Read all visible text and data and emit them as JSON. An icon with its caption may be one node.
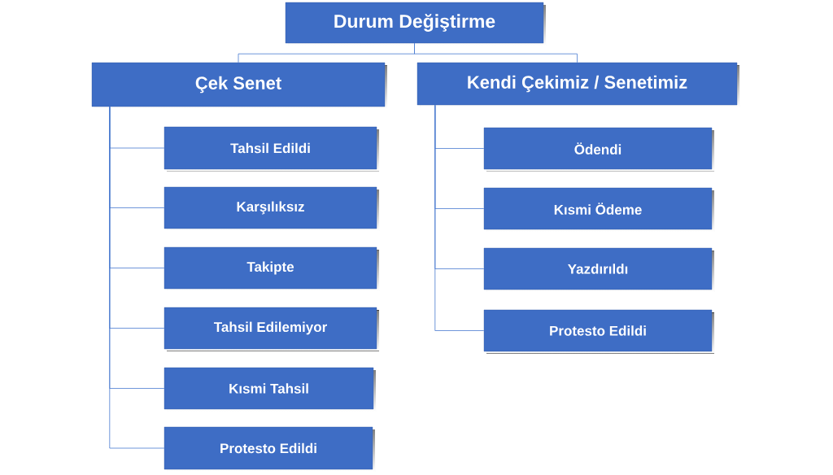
{
  "diagram": {
    "nodes": [
      {
        "text": [
          "Durum Değiştirme"
        ]
      },
      {
        "text": [
          "Çek Senet"
        ]
      },
      {
        "text": [
          "Kendi Çekimiz / Senetimiz"
        ]
      },
      {
        "text": [
          "Tahsil Edildi"
        ]
      },
      {
        "text": [
          "Karşılıksız"
        ]
      },
      {
        "text": [
          "Takipte"
        ]
      },
      {
        "text": [
          "Tahsil Edilemiyor"
        ]
      },
      {
        "text": [
          "Kısmi Tahsil"
        ]
      },
      {
        "text": [
          "Protesto Edildi"
        ]
      },
      {
        "text": [
          "Ödendi"
        ]
      },
      {
        "text": [
          "Kısmi Ödeme"
        ]
      },
      {
        "text": [
          "Yazdırıldı"
        ]
      },
      {
        "text": [
          "Protesto Edildi"
        ]
      }
    ],
    "edges": [
      {
        "from": 0,
        "to": 1,
        "arrow": "none"
      },
      {
        "from": 0,
        "to": 2,
        "arrow": "none"
      },
      {
        "from": 1,
        "to": 3,
        "arrow": "none"
      },
      {
        "from": 1,
        "to": 4,
        "arrow": "none"
      },
      {
        "from": 1,
        "to": 5,
        "arrow": "none"
      },
      {
        "from": 1,
        "to": 6,
        "arrow": "none"
      },
      {
        "from": 1,
        "to": 7,
        "arrow": "none"
      },
      {
        "from": 1,
        "to": 8,
        "arrow": "none"
      },
      {
        "from": 2,
        "to": 9,
        "arrow": "none"
      },
      {
        "from": 2,
        "to": 10,
        "arrow": "none"
      },
      {
        "from": 2,
        "to": 11,
        "arrow": "none"
      },
      {
        "from": 2,
        "to": 12,
        "arrow": "none"
      }
    ]
  }
}
